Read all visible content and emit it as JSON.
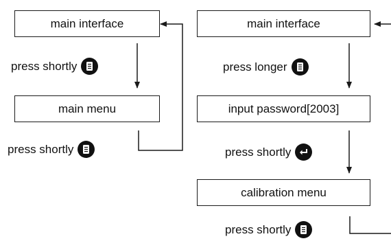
{
  "flow_left": {
    "box_main_interface": "main interface",
    "step_to_menu": "press shortly",
    "box_main_menu": "main menu",
    "step_back": "press shortly"
  },
  "flow_right": {
    "box_main_interface": "main interface",
    "step_to_password": "press longer",
    "box_password": "input password[2003]",
    "step_to_calibration": "press shortly",
    "box_calibration": "calibration menu",
    "step_back": "press shortly"
  },
  "icons": {
    "menu_key": "menu-key-icon",
    "enter_key": "enter-key-icon"
  },
  "colors": {
    "line": "#1a1a1a",
    "icon_fill": "#111111",
    "background": "#ffffff"
  }
}
